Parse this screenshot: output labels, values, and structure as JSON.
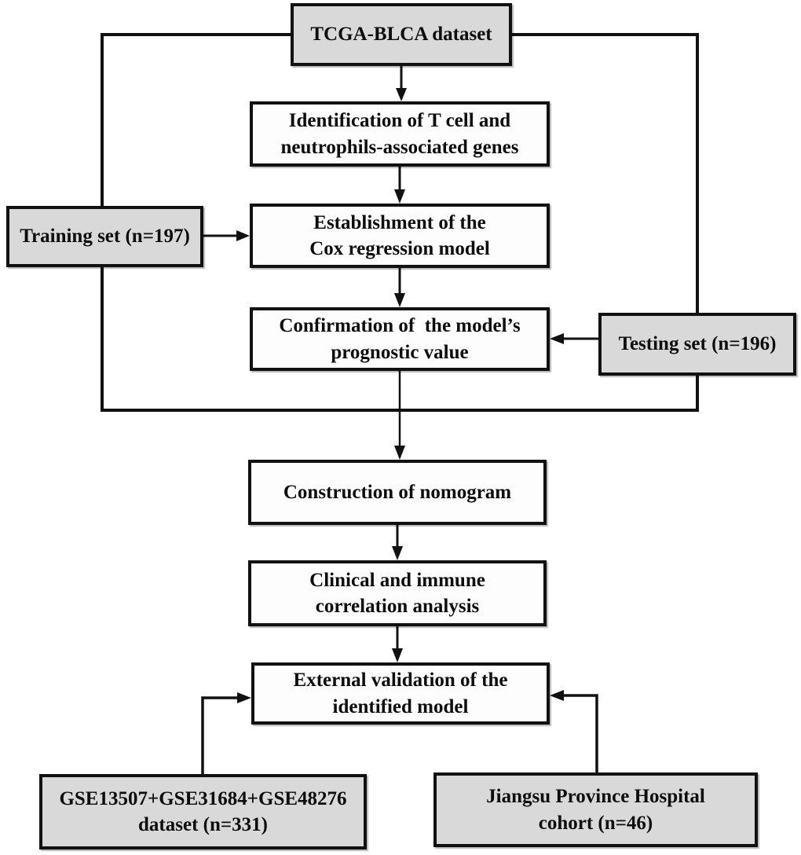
{
  "colors": {
    "background": "#ffffff",
    "node_fill_gray": "#d9d9d9",
    "node_fill_white": "#fdfdfd",
    "line_and_border": "#111111"
  },
  "nodes": {
    "tcga": {
      "label": "TCGA-BLCA dataset"
    },
    "identification": {
      "label": "Identification of T cell and\nneutrophils-associated genes"
    },
    "training": {
      "label": "Training set (n=197)"
    },
    "cox": {
      "label": "Establishment of the\nCox regression model"
    },
    "confirmation": {
      "label": "Confirmation of  the model’s\nprognostic value"
    },
    "testing": {
      "label": "Testing set (n=196)"
    },
    "nomogram": {
      "label": "Construction of nomogram"
    },
    "clinical": {
      "label": "Clinical and immune\ncorrelation analysis"
    },
    "external": {
      "label": "External validation of the\nidentified model"
    },
    "gse": {
      "label": "GSE13507+GSE31684+GSE48276\ndataset (n=331)"
    },
    "jiangsu": {
      "label": "Jiangsu Province Hospital\ncohort (n=46)"
    }
  }
}
